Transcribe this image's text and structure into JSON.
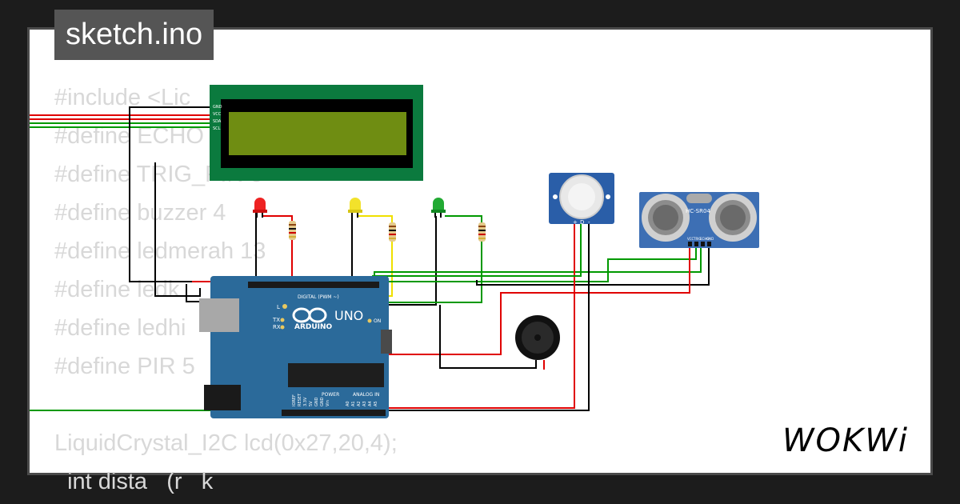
{
  "tab": {
    "filename": "sketch.ino"
  },
  "code_lines": [
    "#include <Lic",
    "#define ECHO",
    "#define TRIG_PIN 3",
    "#define buzzer 4",
    "#define ledmerah 13",
    "#define ledk",
    "#define ledhi",
    "#define PIR 5",
    "",
    "LiquidCrystal_I2C lcd(0x27,20,4);",
    "  int dista   (r   k"
  ],
  "brand": {
    "logo_text": "WOKWi"
  },
  "lcd": {
    "pins": [
      "GND",
      "VCC",
      "SDA",
      "SCL"
    ]
  },
  "arduino": {
    "brand": "ARDUINO",
    "model": "UNO",
    "digital_label": "DIGITAL (PWM ~)",
    "on_label": "ON",
    "tx_label": "TX",
    "rx_label": "RX",
    "l_label": "L",
    "power_label": "POWER",
    "analog_label": "ANALOG IN",
    "power_pins": [
      "IOREF",
      "RESET",
      "3.3V",
      "5V",
      "GND",
      "GND",
      "Vin"
    ],
    "analog_pins": [
      "A0",
      "A1",
      "A2",
      "A3",
      "A4",
      "A5"
    ]
  },
  "sensor": {
    "model": "HC-SR04",
    "pins": [
      "VCC",
      "TRIG",
      "ECHO",
      "GND"
    ]
  },
  "pir": {
    "pins": [
      "+",
      "D",
      "-"
    ]
  },
  "colors": {
    "lcd_board": "#0b7a3e",
    "lcd_screen": "#6f8d12",
    "arduino_board": "#2b6a9a",
    "sensor_board": "#3d6fb4",
    "wire_red": "#e00000",
    "wire_green": "#009900",
    "wire_black": "#000000",
    "wire_yellow": "#f0e000"
  }
}
